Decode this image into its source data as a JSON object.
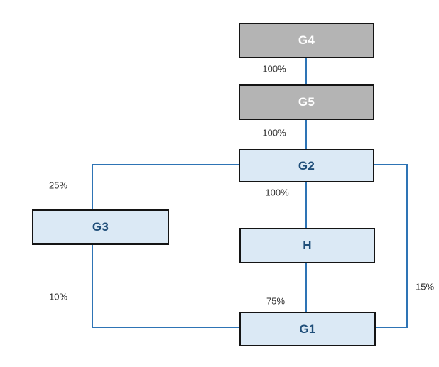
{
  "diagram_type": "ownership-structure-flowchart",
  "colors": {
    "background": "#ffffff",
    "box_gray_fill": "#b4b4b4",
    "box_gray_text": "#ffffff",
    "box_blue_fill": "#dbe9f5",
    "box_blue_text": "#1f4e79",
    "box_border": "#141414",
    "connector": "#2e74b5",
    "edge_label_text": "#2b2b2b"
  },
  "nodes": {
    "g4": {
      "label": "G4",
      "style": "gray"
    },
    "g5": {
      "label": "G5",
      "style": "gray"
    },
    "g2": {
      "label": "G2",
      "style": "blue"
    },
    "g3": {
      "label": "G3",
      "style": "blue"
    },
    "h": {
      "label": "H",
      "style": "blue"
    },
    "g1": {
      "label": "G1",
      "style": "blue"
    }
  },
  "edges": {
    "g4_g5": {
      "from": "G4",
      "to": "G5",
      "label": "100%"
    },
    "g5_g2": {
      "from": "G5",
      "to": "G2",
      "label": "100%"
    },
    "g2_h": {
      "from": "G2",
      "to": "H",
      "label": "100%"
    },
    "g2_g3": {
      "from": "G2",
      "to": "G3",
      "label": "25%"
    },
    "g3_g1": {
      "from": "G3",
      "to": "G1",
      "label": "10%"
    },
    "h_g1": {
      "from": "H",
      "to": "G1",
      "label": "75%"
    },
    "g2_g1": {
      "from": "G2",
      "to": "G1",
      "label": "15%"
    }
  }
}
